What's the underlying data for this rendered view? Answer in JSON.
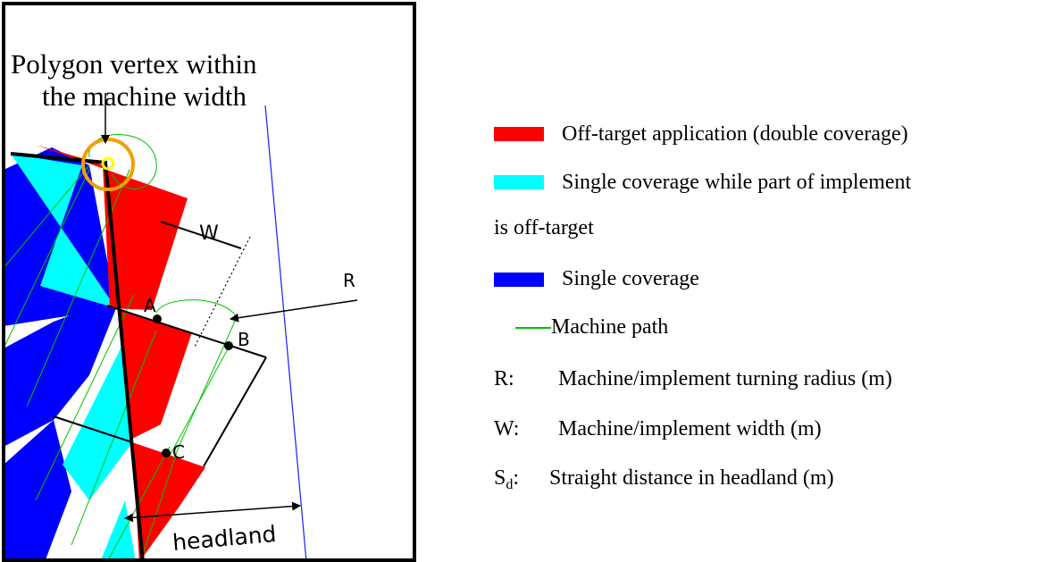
{
  "diagram": {
    "vertex_label_line1": "Polygon vertex within",
    "vertex_label_line2": "the machine width",
    "label_w": "W",
    "label_r": "R",
    "label_a": "A",
    "label_b": "B",
    "label_c": "C",
    "label_headland": "headland"
  },
  "legend": {
    "off_target": "Off-target application (double coverage)",
    "single_partial_line1": "Single coverage while part of implement",
    "single_partial_line2": "is off-target",
    "single": "Single coverage",
    "machine_path": "Machine path",
    "r_key": "R:",
    "r_desc": "Machine/implement turning radius (m)",
    "w_key": "W:",
    "w_desc": "Machine/implement width (m)",
    "sd_key": "S",
    "sd_sub": "d",
    "sd_colon": ":",
    "sd_desc": "Straight distance in headland (m)"
  },
  "colors": {
    "off_target": "#ff0000",
    "single_partial": "#00ffff",
    "single": "#0000ff",
    "machine_path": "#00c000",
    "boundary_line": "#1a1aff",
    "vertex_ring": "#f0a000",
    "vertex_inner": "#ffff00"
  }
}
